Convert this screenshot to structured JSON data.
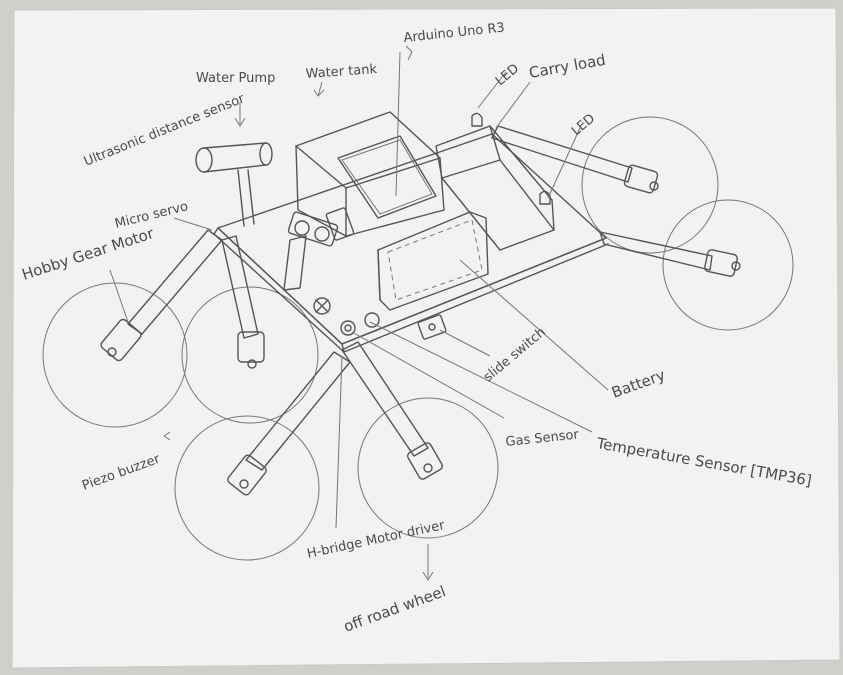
{
  "labels": {
    "ultrasonic": "Ultrasonic distance sensor",
    "water_pump": "Water Pump",
    "water_tank": "Water tank",
    "arduino": "Arduino Uno R3",
    "led_1": "LED",
    "carry_load": "Carry load",
    "led_2": "LED",
    "micro_servo": "Micro servo",
    "hobby_gear_motor": "Hobby Gear Motor",
    "slide_switch": "slide switch",
    "battery": "Battery",
    "temperature_sensor": "Temperature Sensor [TMP36]",
    "gas_sensor": "Gas Sensor",
    "piezo_buzzer": "Piezo buzzer",
    "h_bridge": "H-bridge Motor driver",
    "offroad_wheel": "off road wheel"
  },
  "colors": {
    "paper": "#f1f2f2",
    "pencil": "#555555",
    "background": "#cfd0cc"
  }
}
